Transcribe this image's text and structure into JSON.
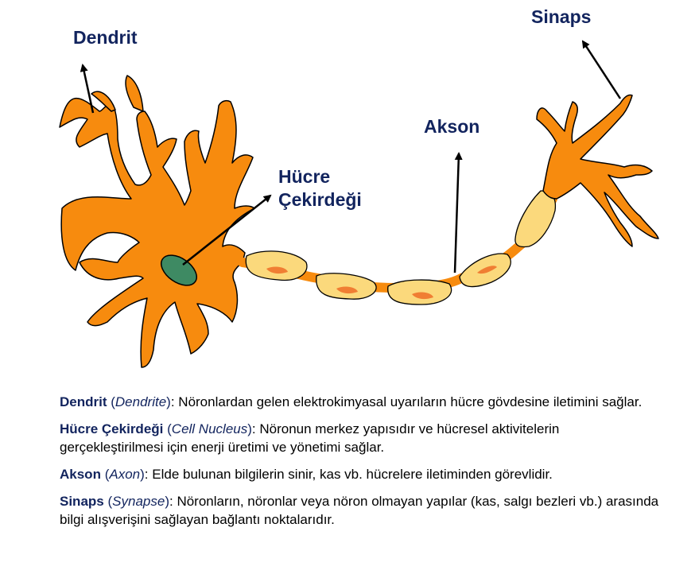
{
  "labels": {
    "dendrite": "Dendrit",
    "synapse": "Sinaps",
    "axon": "Akson",
    "nucleus_line1": "Hücre",
    "nucleus_line2": "Çekirdeği"
  },
  "definitions": [
    {
      "term": "Dendrit",
      "english": "Dendrite",
      "text": ": Nöronlardan gelen elektrokimyasal uyarıların hücre gövdesine iletimini sağlar."
    },
    {
      "term": "Hücre Çekirdeği",
      "english": "Cell Nucleus",
      "text": ": Nöronun merkez yapısıdır ve hücresel aktivitelerin gerçekleştirilmesi için enerji üretimi ve yönetimi sağlar."
    },
    {
      "term": "Akson",
      "english": "Axon",
      "text": ": Elde bulunan bilgilerin sinir, kas vb. hücrelere iletiminden görevlidir."
    },
    {
      "term": "Sinaps",
      "english": "Synapse",
      "text": ": Nöronların, nöronlar veya nöron olmayan yapılar (kas, salgı bezleri vb.) arasında bilgi alışverişini sağlayan bağlantı noktalarıdır."
    }
  ],
  "colors": {
    "neuron_body": "#f78b0e",
    "myelin": "#fbd97c",
    "nucleus": "#3e8a63",
    "myelin_nucleus": "#f07e33",
    "label_text": "#12245e"
  }
}
